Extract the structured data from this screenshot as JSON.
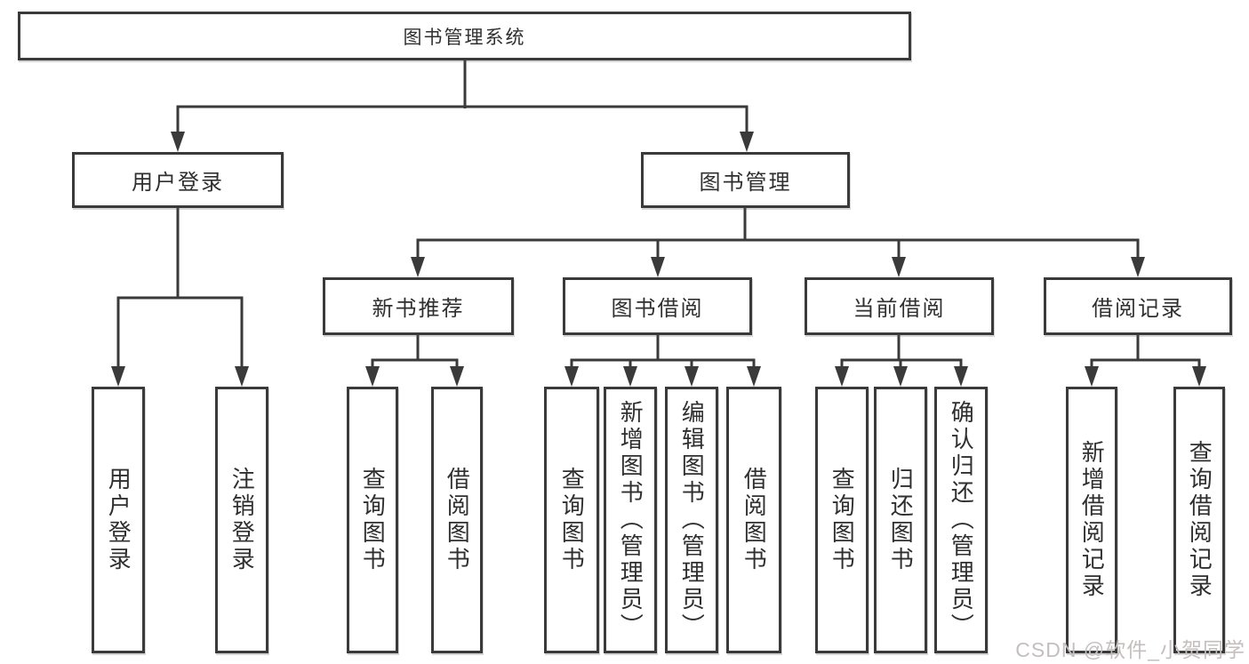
{
  "diagram": {
    "title": "图书管理系统",
    "level2": [
      {
        "label": "用户登录",
        "parent": "图书管理系统"
      },
      {
        "label": "图书管理",
        "parent": "图书管理系统"
      }
    ],
    "level3": [
      {
        "label": "新书推荐",
        "parent": "图书管理"
      },
      {
        "label": "图书借阅",
        "parent": "图书管理"
      },
      {
        "label": "当前借阅",
        "parent": "图书管理"
      },
      {
        "label": "借阅记录",
        "parent": "图书管理"
      }
    ],
    "level4": [
      {
        "label": "用户登录",
        "parent": "用户登录"
      },
      {
        "label": "注销登录",
        "parent": "用户登录"
      },
      {
        "label": "查询图书",
        "parent": "新书推荐"
      },
      {
        "label": "借阅图书",
        "parent": "新书推荐"
      },
      {
        "label": "查询图书",
        "parent": "图书借阅"
      },
      {
        "label": "新增图书（管理员）",
        "parent": "图书借阅"
      },
      {
        "label": "编辑图书（管理员）",
        "parent": "图书借阅"
      },
      {
        "label": "借阅图书",
        "parent": "图书借阅"
      },
      {
        "label": "查询图书",
        "parent": "当前借阅"
      },
      {
        "label": "归还图书",
        "parent": "当前借阅"
      },
      {
        "label": "确认归还（管理员）",
        "parent": "当前借阅"
      },
      {
        "label": "新增借阅记录",
        "parent": "借阅记录"
      },
      {
        "label": "查询借阅记录",
        "parent": "借阅记录"
      }
    ],
    "watermark": "CSDN @软件_小贺同学",
    "colors": {
      "line": "#3a3a3a",
      "text": "#2f2f2f",
      "watermark": "#c5bebe",
      "background": "#ffffff"
    }
  }
}
